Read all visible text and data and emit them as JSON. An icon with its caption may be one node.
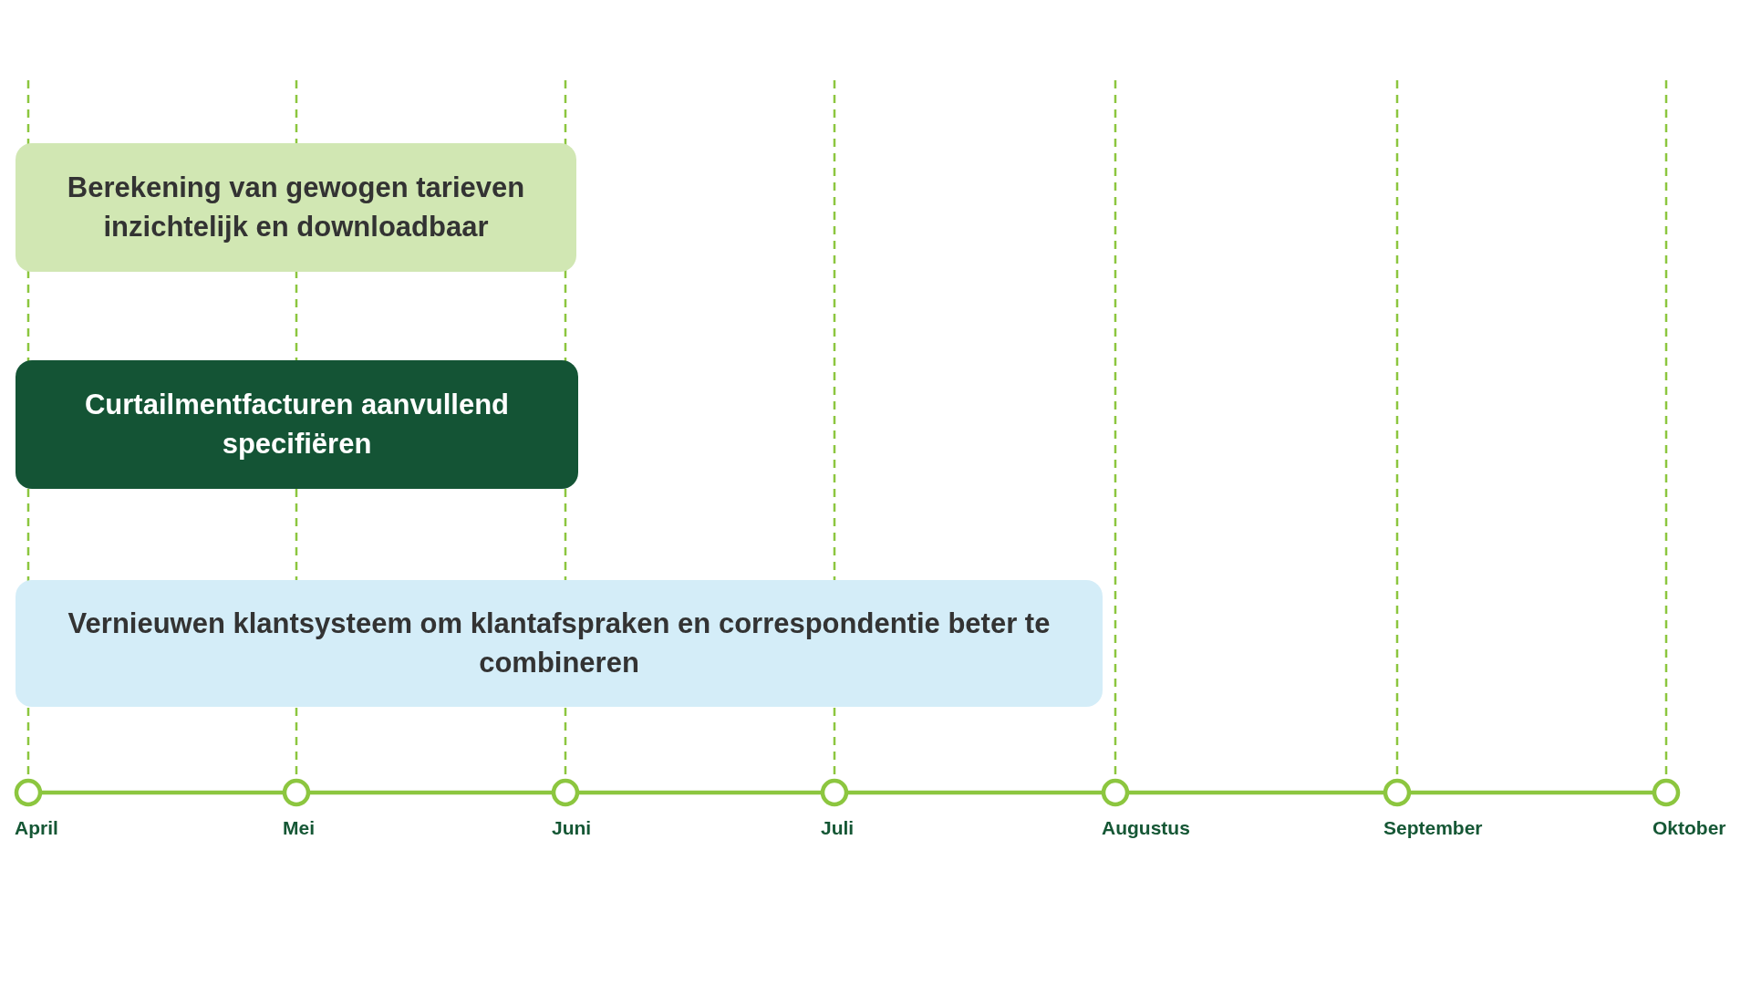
{
  "diagram": {
    "nodes": [
      {
        "text": [
          "Berekening van gewogen tarieven inzichtelijk en downloadbaar"
        ]
      },
      {
        "text": [
          "Curtailmentfacturen aanvullend specifiëren"
        ]
      },
      {
        "text": [
          "Vernieuwen klantsysteem om klantafspraken en correspondentie beter te combineren"
        ]
      }
    ],
    "labels": [
      "April",
      "Mei",
      "Juni",
      "Juli",
      "Augustus",
      "September",
      "Oktober"
    ]
  }
}
